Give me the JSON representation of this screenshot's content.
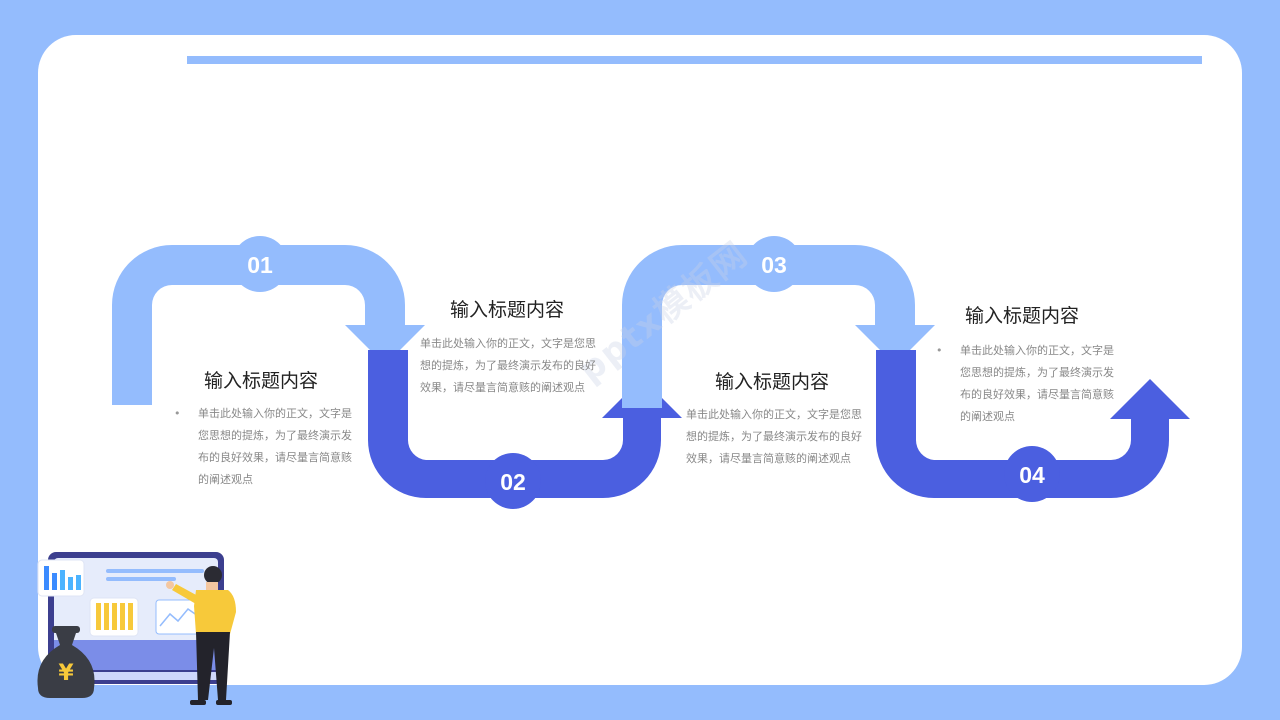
{
  "steps": [
    {
      "number": "01",
      "title": "输入标题内容",
      "desc": "单击此处输入你的正文，文字是您思想的提炼，为了最终演示发布的良好效果，请尽量言简意赅的阐述观点"
    },
    {
      "number": "02",
      "title": "输入标题内容",
      "desc": "单击此处输入你的正文，文字是您思想的提炼，为了最终演示发布的良好效果，请尽量言简意赅的阐述观点"
    },
    {
      "number": "03",
      "title": "输入标题内容",
      "desc": "单击此处输入你的正文，文字是您思想的提炼，为了最终演示发布的良好效果，请尽量言简意赅的阐述观点"
    },
    {
      "number": "04",
      "title": "输入标题内容",
      "desc": "单击此处输入你的正文，文字是您思想的提炼，为了最终演示发布的良好效果，请尽量言简意赅的阐述观点"
    }
  ],
  "bullet": "•",
  "currency_symbol": "¥",
  "watermark": "pptx模板网",
  "colors": {
    "background": "#94bcfd",
    "card": "#ffffff",
    "light_arrow": "#94bcfd",
    "dark_arrow": "#4b5fe0",
    "person_shirt": "#f7c93a"
  }
}
